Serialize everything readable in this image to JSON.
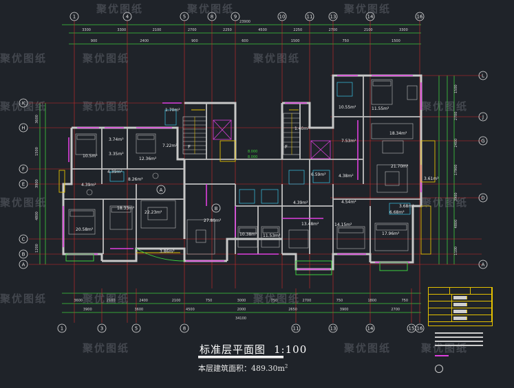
{
  "drawing": {
    "title": "标准层平面图",
    "scale": "1:100",
    "area_label": "本层建筑面积：",
    "area_value": "489.30m",
    "area_sup": "2"
  },
  "watermark": "聚优图纸",
  "axes": {
    "top_numbers": [
      "1",
      "4",
      "5",
      "8",
      "9",
      "10",
      "11",
      "13",
      "14",
      "16"
    ],
    "bottom_numbers": [
      "1",
      "3",
      "5",
      "8",
      "11",
      "13",
      "14",
      "15",
      "16"
    ],
    "left_letters": [
      "K",
      "H",
      "F",
      "E",
      "C",
      "B",
      "A"
    ],
    "right_letters": [
      "L",
      "J",
      "G",
      "D",
      "A"
    ]
  },
  "dimensions": {
    "top_row1": [
      "3300",
      "3300",
      "2100",
      "2700",
      "2250",
      "4500",
      "2250",
      "2700",
      "2100",
      "3300"
    ],
    "top_row2": [
      "900",
      "2400",
      "900",
      "600",
      "1500",
      "750",
      "1500"
    ],
    "top_overall": "23900",
    "bottom_row1": [
      "3600",
      "2100",
      "2400",
      "2100",
      "750",
      "3000",
      "750",
      "2700",
      "750",
      "1800",
      "750"
    ],
    "bottom_row2": [
      "3900",
      "3600",
      "4500",
      "2000",
      "2650",
      "3900",
      "2700"
    ],
    "bottom_overall": "34100",
    "left": [
      "3600",
      "1500",
      "3900",
      "4800",
      "1200"
    ],
    "right": [
      "1500",
      "2700",
      "2400",
      "17900",
      "3900",
      "4800",
      "1100"
    ]
  },
  "rooms": [
    {
      "label": "10.5m²"
    },
    {
      "label": "3.74m²"
    },
    {
      "label": "3.35m²"
    },
    {
      "label": "12.36m²"
    },
    {
      "label": "7.22m²"
    },
    {
      "label": "1.70m²"
    },
    {
      "label": "4.39m²"
    },
    {
      "label": "8.26m²"
    },
    {
      "label": "4.39m²"
    },
    {
      "label": "20.58m²"
    },
    {
      "label": "18.33m²"
    },
    {
      "label": "22.23m²"
    },
    {
      "label": "27.80m²"
    },
    {
      "label": "10.38m²"
    },
    {
      "label": "11.53m²"
    },
    {
      "label": "13.48m²"
    },
    {
      "label": "4.39m²"
    },
    {
      "label": "6.59m²"
    },
    {
      "label": "7.53m²"
    },
    {
      "label": "1.40m²"
    },
    {
      "label": "4.38m²"
    },
    {
      "label": "14.15m²"
    },
    {
      "label": "17.96m²"
    },
    {
      "label": "21.70m²"
    },
    {
      "label": "10.55m²"
    },
    {
      "label": "11.55m²"
    },
    {
      "label": "18.34m²"
    },
    {
      "label": "3.61m²"
    },
    {
      "label": "3.68m²"
    },
    {
      "label": "4.54m²"
    },
    {
      "label": "6.68m²"
    },
    {
      "label": "3.86m²"
    }
  ],
  "stair_label": "F",
  "markers": [
    "A",
    "B"
  ]
}
